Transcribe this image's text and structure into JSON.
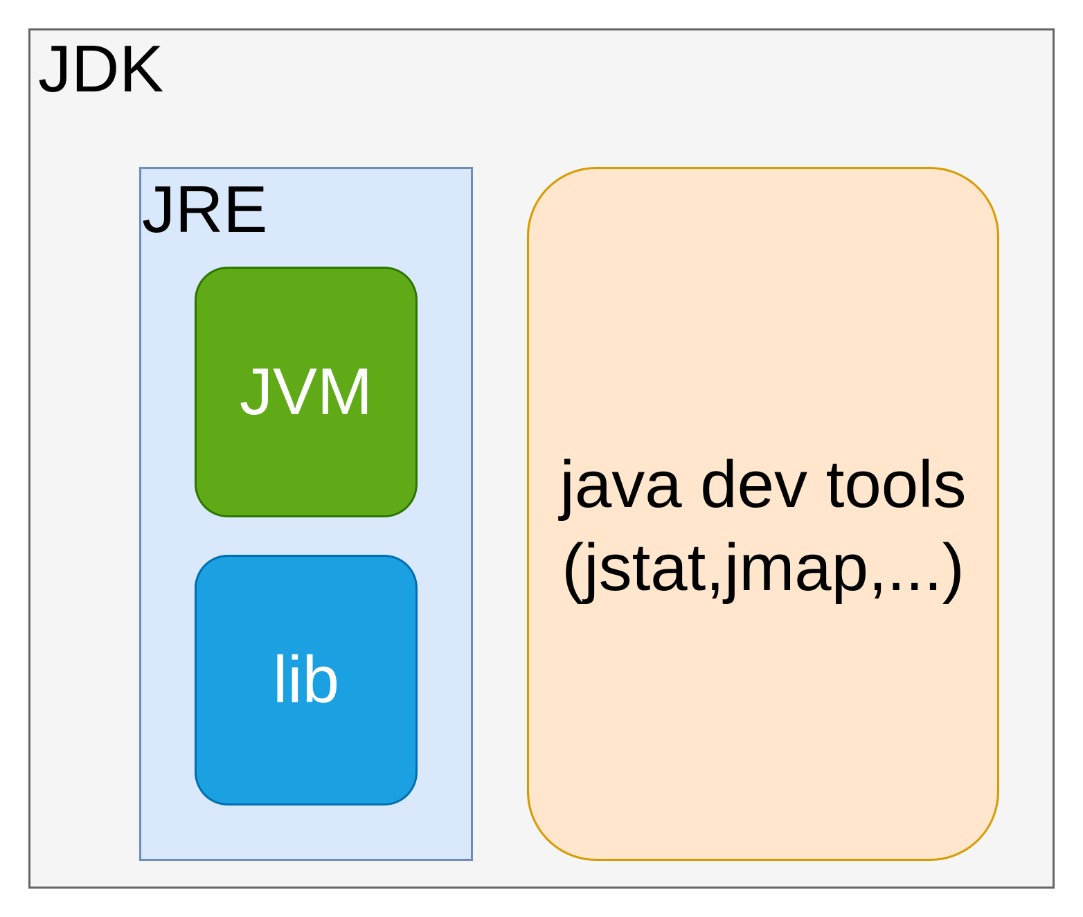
{
  "diagram": {
    "jdk": {
      "label": "JDK",
      "fill": "#f5f5f5",
      "stroke": "#666666"
    },
    "jre": {
      "label": "JRE",
      "fill": "#dae8fc",
      "stroke": "#6c8ebf"
    },
    "jvm": {
      "label": "JVM",
      "fill": "#60a917",
      "stroke": "#2d7600",
      "text_color": "#ffffff"
    },
    "lib": {
      "label": "lib",
      "fill": "#1ba1e2",
      "stroke": "#006eaf",
      "text_color": "#ffffff"
    },
    "dev_tools": {
      "line1": "java dev tools",
      "line2": "(jstat,jmap,...)",
      "fill": "#ffe6cc",
      "stroke": "#d79b00"
    }
  }
}
